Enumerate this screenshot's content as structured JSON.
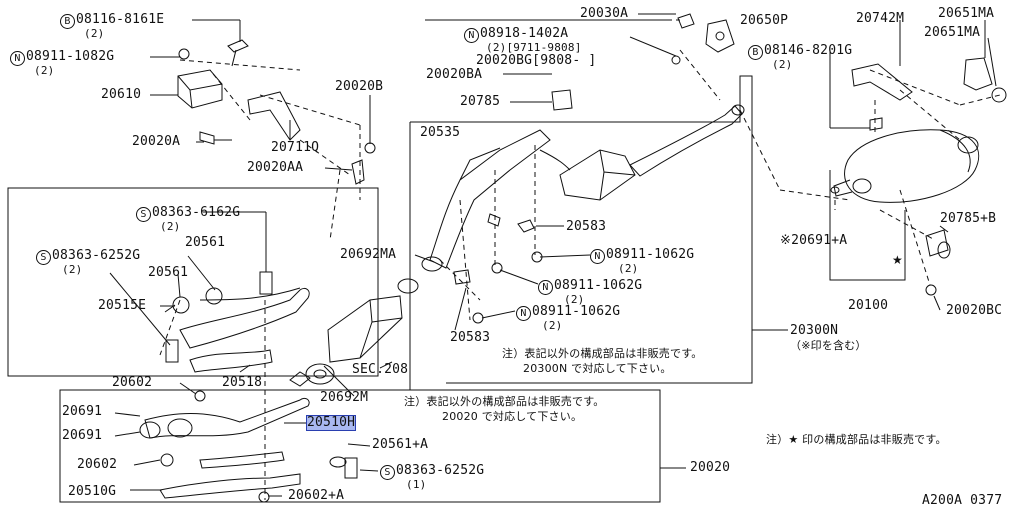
{
  "marks": {
    "B": "B",
    "N": "N",
    "S": "S"
  },
  "labels": {
    "q1": "(1)",
    "q2": "(2)",
    "p08116": "08116-8161E",
    "p08911_1082G": "08911-1082G",
    "p20610": "20610",
    "p20020A": "20020A",
    "p20711Q": "20711Q",
    "p20020B": "20020B",
    "p20020AA": "20020AA",
    "p08363_6162G": "08363-6162G",
    "p08363_6252G": "08363-6252G",
    "p20561": "20561",
    "p20515E": "20515E",
    "p20518": "20518",
    "p20602": "20602",
    "p20691": "20691",
    "p20510G": "20510G",
    "p20602A": "20602+A",
    "p20510H": "20510H",
    "p20561A": "20561+A",
    "p20020": "20020",
    "p20692M": "20692M",
    "sec208": "SEC.208",
    "p20692MA": "20692MA",
    "p20535": "20535",
    "p20583": "20583",
    "p08911_1062G": "08911-1062G",
    "p20300N": "20300N",
    "p20030A": "20030A",
    "p08918_1402A": "08918-1402A",
    "q08918": "(2)[9711-9808]",
    "p20020BG": "20020BG[9808-    ]",
    "p20020BA": "20020BA",
    "p20785": "20785",
    "p20650P": "20650P",
    "p20742M": "20742M",
    "p20651MA": "20651MA",
    "p08146_8201G": "08146-8201G",
    "p20691A": "※20691+A",
    "p20785B": "20785+B",
    "p20100": "20100",
    "p20020BC": "20020BC",
    "diagram_code": "A200A 0377"
  },
  "notes": {
    "n20020_1": "注）表記以外の構成部品は非販売です。",
    "n20020_2": "20020 で対応して下さい。",
    "n20300N_1": "注）表記以外の構成部品は非販売です。",
    "n20300N_2": "20300N で対応して下さい。",
    "n20300N_star": "（※印を含む）",
    "star_legend": "注）★ 印の構成部品は非販売です。"
  }
}
